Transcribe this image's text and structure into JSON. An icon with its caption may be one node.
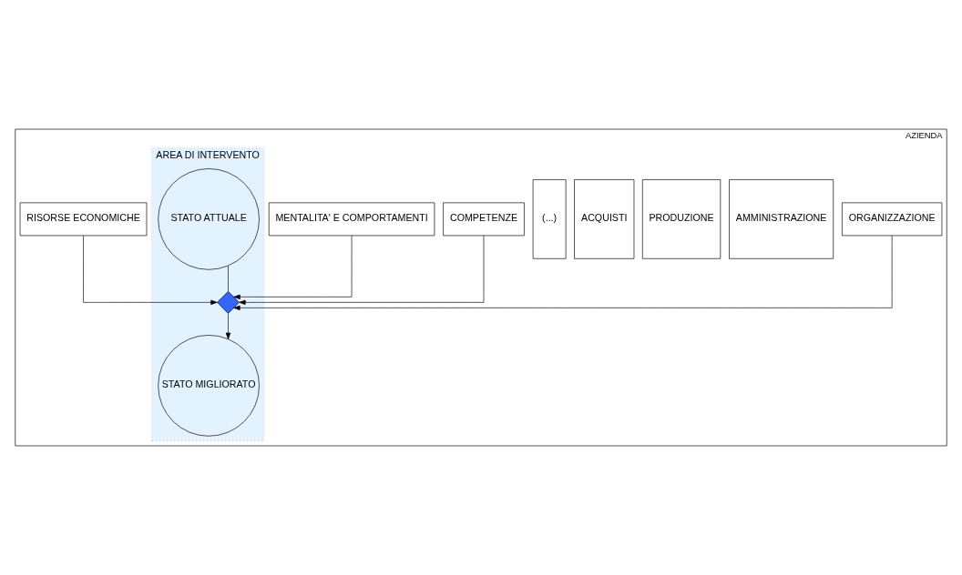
{
  "diagram": {
    "nodes": [
      {
        "text": [
          "AZIENDA"
        ]
      },
      {
        "text": [
          "ORGANIZZAZIONE"
        ],
        "in": 0
      },
      {
        "text": [
          "AMMINISTRAZIONE"
        ],
        "in": 0
      },
      {
        "text": [
          "PRODUZIONE"
        ],
        "in": 0
      },
      {
        "text": [
          "ACQUISTI"
        ],
        "in": 0
      },
      {
        "text": [
          "(...)"
        ],
        "in": 0
      },
      {
        "text": [
          "COMPETENZE"
        ],
        "in": 0
      },
      {
        "text": [
          "MENTALITA' E COMPORTAMENTI"
        ],
        "in": 0
      },
      {
        "text": [
          "RISORSE ECONOMICHE"
        ],
        "in": 0
      },
      {
        "text": [
          "AREA DI INTERVENTO"
        ],
        "in": 0
      },
      {
        "text": [
          "STATO ATTUALE"
        ],
        "in": 9
      },
      {
        "text": [],
        "shape": "diamond",
        "in": 9
      },
      {
        "text": [
          "STATO MIGLIORATO"
        ],
        "in": 9
      }
    ],
    "edges": [
      {
        "from": 1,
        "to": 11,
        "arrow": "to"
      },
      {
        "from": 6,
        "to": 11,
        "arrow": "to"
      },
      {
        "from": 7,
        "to": 11,
        "arrow": "to"
      },
      {
        "from": 8,
        "to": 11,
        "arrow": "to"
      },
      {
        "from": 10,
        "to": 11,
        "arrow": "none"
      },
      {
        "from": 11,
        "to": 12,
        "arrow": "to"
      }
    ]
  }
}
